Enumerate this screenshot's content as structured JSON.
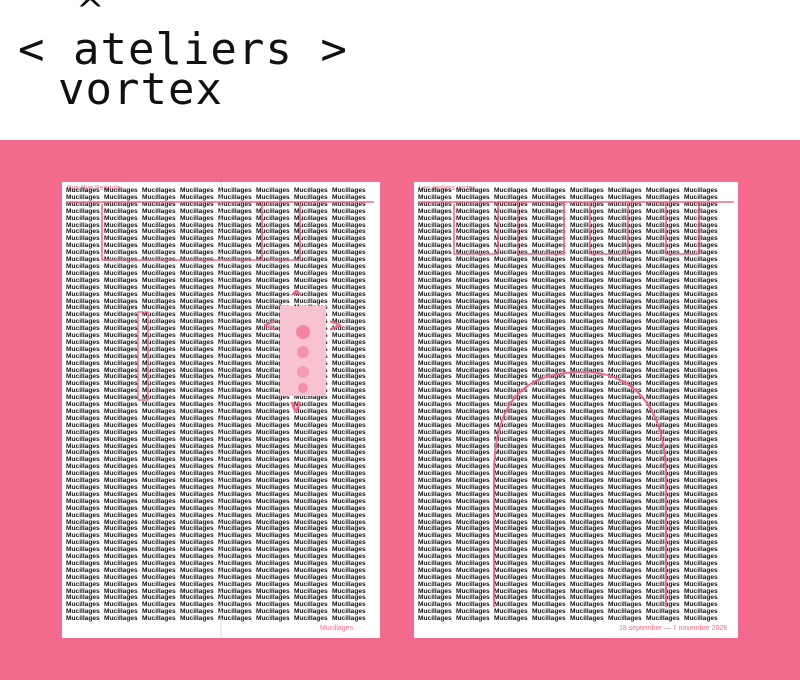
{
  "logo": {
    "caret": "^",
    "line1": "< ateliers >",
    "line2": "vortex"
  },
  "poster_left": {
    "header_label": "Bye Bye Peanuts",
    "footer_label": "Mucillages",
    "word": "Mucillages"
  },
  "poster_right": {
    "header_label": "Les ateliers vortex",
    "footer_label": "18 septembre — 7 novembre 2026",
    "word": "Mucillages"
  },
  "colors": {
    "accent": "#f26b8c",
    "ink": "#111111",
    "paper": "#ffffff"
  }
}
